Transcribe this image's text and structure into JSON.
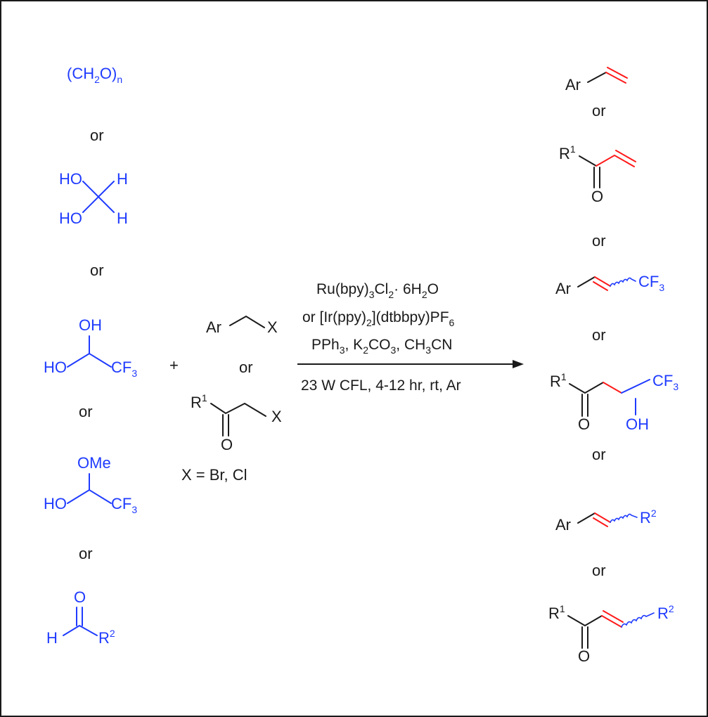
{
  "reagents": {
    "paraformaldehyde": "(CH2O)n",
    "or_label": "or",
    "methanediol": {
      "top_left": "HO",
      "bottom_left": "HO",
      "top_right": "H",
      "bottom_right": "H"
    },
    "trifluoroacetaldehyde_hydrate": {
      "top": "OH",
      "left": "HO",
      "right": "CF3"
    },
    "hemiacetal": {
      "top": "OMe",
      "left": "HO",
      "right": "CF3"
    },
    "aldehyde": {
      "top": "O",
      "left": "H",
      "right": "R2"
    }
  },
  "plus": "+",
  "substrates": {
    "benzyl_halide": {
      "ar": "Ar",
      "x": "X"
    },
    "or_label": "or",
    "alpha_halo_ketone": {
      "r": "R1",
      "o": "O",
      "x": "X"
    },
    "x_def": "X = Br, Cl"
  },
  "conditions": {
    "line1": "Ru(bpy)3Cl2· 6H2O",
    "line2": "or [Ir(ppy)2](dtbbpy)PF6",
    "line3": "PPh3, K2CO3, CH3CN",
    "line4": "23 W CFL, 4-12 hr, rt, Ar"
  },
  "products": {
    "or_label": "or",
    "styrene": {
      "ar": "Ar"
    },
    "vinyl_ketone": {
      "r": "R1",
      "o": "O"
    },
    "cf3_alkene": {
      "ar": "Ar",
      "cf3": "CF3"
    },
    "hydroxy_ketone": {
      "r": "R1",
      "o": "O",
      "oh": "OH",
      "cf3": "CF3"
    },
    "r2_alkene": {
      "ar": "Ar",
      "r2": "R2"
    },
    "enone": {
      "r": "R1",
      "o": "O",
      "r2": "R2"
    }
  },
  "colors": {
    "reagent": "#1f3bff",
    "new_bond": "#ff1a1a",
    "substrate": "#1a1a1a",
    "frame": "#1a1a1a"
  }
}
